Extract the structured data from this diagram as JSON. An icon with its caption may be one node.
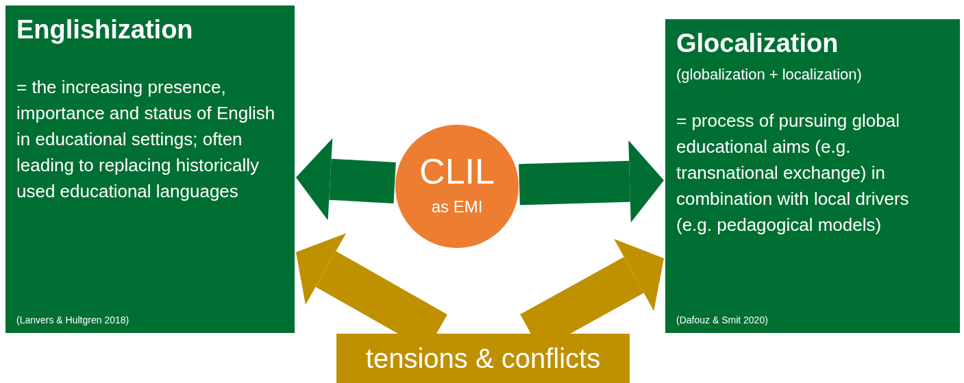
{
  "diagram": {
    "nodes": [
      {
        "text": [
          "Englishization",
          "= the increasing presence, importance and status of English in educational settings; often leading to replacing historically used educational languages",
          "(Lanvers & Hultgren 2018)"
        ]
      },
      {
        "text": [
          "CLIL",
          "as EMI"
        ]
      },
      {
        "text": [
          "Glocalization",
          "(globalization + localization)",
          "= process of pursuing global educational aims (e.g. transnational exchange) in combination with local drivers (e.g. pedagogical models)",
          "(Dafouz & Smit 2020)"
        ]
      },
      {
        "text": [
          "tensions & conflicts"
        ]
      }
    ],
    "edges": [
      {
        "from": 1,
        "to": 0,
        "arrow": "to"
      },
      {
        "from": 1,
        "to": 2,
        "arrow": "to"
      },
      {
        "from": 3,
        "to": 0,
        "arrow": "to",
        "color": "#bf9000"
      },
      {
        "from": 3,
        "to": 2,
        "arrow": "to",
        "color": "#bf9000"
      }
    ]
  }
}
